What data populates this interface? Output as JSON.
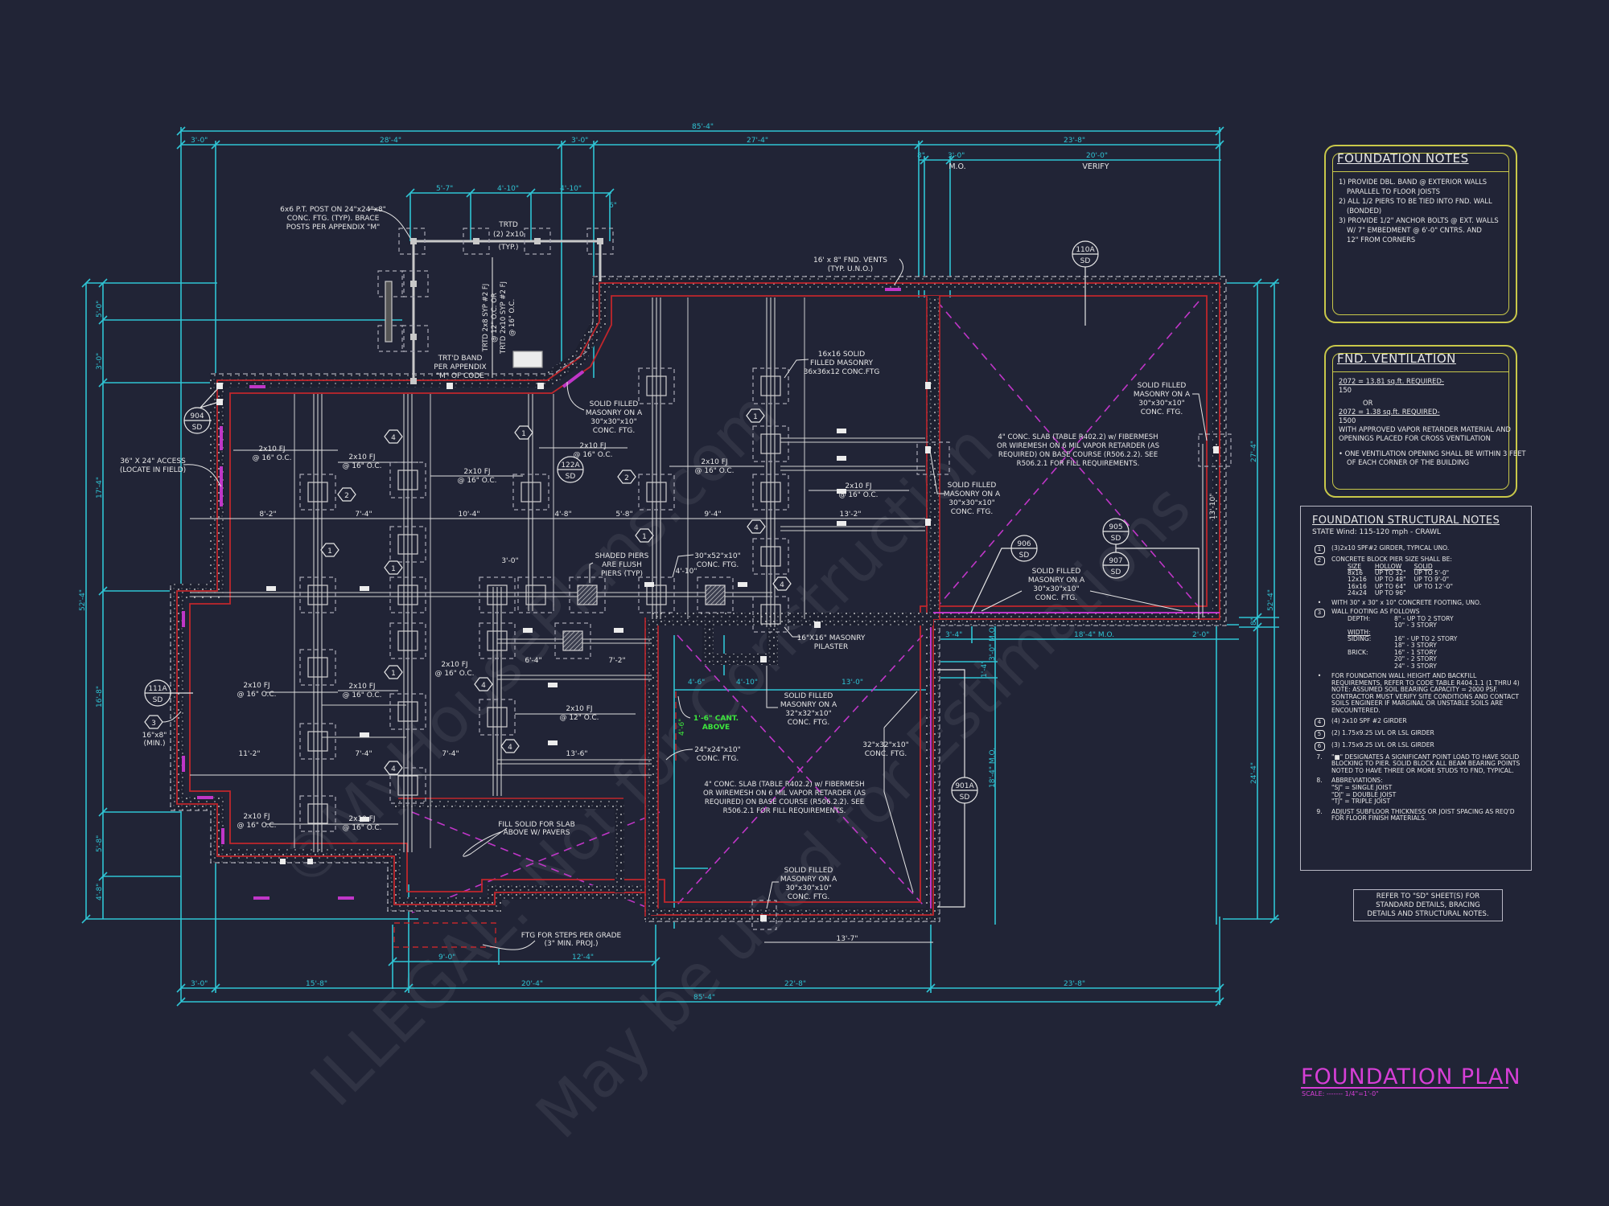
{
  "drawing": {
    "title": "FOUNDATION PLAN",
    "scale_label": "SCALE: ------- 1/4\"=1'-0\"",
    "colors": {
      "background": "#212436",
      "dimension": "#2fc4d4",
      "wall": "#c0262c",
      "annotation": "#e6e6e6",
      "panel_border": "#c9c84a",
      "title": "#d63fd6",
      "slab_diagonal": "#c036c8",
      "cantilever_note": "#3de63d"
    }
  },
  "foundation_notes": {
    "title": "FOUNDATION NOTES",
    "lines": [
      "1) PROVIDE DBL. BAND @ EXTERIOR WALLS",
      "PARALLEL TO FLOOR JOISTS",
      "2) ALL 1/2 PIERS TO BE TIED INTO FND. WALL",
      "(BONDED)",
      "3) PROVIDE 1/2\" ANCHOR BOLTS @ EXT. WALLS",
      "W/ 7\" EMBEDMENT @ 6'-0\" CNTRS. AND",
      "12\" FROM CORNERS"
    ]
  },
  "fnd_ventilation": {
    "title": "FND. VENTILATION",
    "lines": [
      "2072 = 13.81 sq.ft. REQUIRED-",
      "150",
      "OR",
      "2072 = 1.38 sq.ft. REQUIRED-",
      "1500",
      "WITH APPROVED VAPOR RETARDER MATERIAL AND",
      "OPENINGS PLACED FOR CROSS VENTILATION",
      "• ONE VENTILATION OPENING SHALL BE WITHIN 3 FEET",
      "OF EACH CORNER OF THE BUILDING"
    ]
  },
  "structural_notes": {
    "title": "FOUNDATION STRUCTURAL NOTES",
    "subtitle": "STATE Wind: 115-120 mph - CRAWL",
    "item1": {
      "mark": "1",
      "text": "(3)2x10 SPF#2 GIRDER, TYPICAL UNO."
    },
    "item2": {
      "mark": "2",
      "text": "CONCRETE BLOCK PIER SIZE SHALL BE:",
      "headers": [
        "SIZE",
        "HOLLOW",
        "SOLID"
      ],
      "rows": [
        [
          "8x16",
          "UP TO 32\"",
          "UP TO 5'-0\""
        ],
        [
          "12x16",
          "UP TO 48\"",
          "UP TO 9'-0\""
        ],
        [
          "16x16",
          "UP TO 64\"",
          "UP TO 12'-0\""
        ],
        [
          "24x24",
          "UP TO 96\"",
          ""
        ]
      ],
      "footing": "WITH 30\" x 30\" x 10\" CONCRETE FOOTING, UNO."
    },
    "item3": {
      "mark": "3",
      "text": "WALL FOOTING AS FOLLOWS",
      "rows": [
        [
          "DEPTH:",
          "8\" - UP TO 2 STORY"
        ],
        [
          "",
          "10\" - 3 STORY"
        ],
        [
          "WIDTH:",
          ""
        ],
        [
          "SIDING:",
          "16\" - UP TO 2 STORY"
        ],
        [
          "",
          "18\" - 3 STORY"
        ],
        [
          "BRICK:",
          "16\" - 1 STORY"
        ],
        [
          "",
          "20\" - 2 STORY"
        ],
        [
          "",
          "24\" - 3 STORY"
        ]
      ]
    },
    "bullet_wall": "FOR FOUNDATION WALL HEIGHT AND BACKFILL REQUIREMENTS, REFER TO CODE TABLE R404.1.1 (1 THRU 4) NOTE: ASSUMED SOIL BEARING CAPACITY = 2000 PSF. CONTRACTOR MUST VERIFY SITE CONDITIONS AND CONTACT SOILS ENGINEER IF MARGINAL OR UNSTABLE SOILS ARE ENCOUNTERED.",
    "item4": {
      "mark": "4",
      "text": "(4) 2x10 SPF #2 GIRDER"
    },
    "item5": {
      "mark": "5",
      "text": "(2) 1.75x9.25 LVL OR LSL GIRDER"
    },
    "item6": {
      "mark": "6",
      "text": "(3) 1.75x9.25 LVL OR LSL GIRDER"
    },
    "item7": {
      "mark": "7.",
      "text": "\"■\" DESIGNATES A SIGNIFICANT POINT LOAD TO HAVE SOLID BLOCKING TO PIER. SOLID BLOCK ALL BEAM BEARING POINTS NOTED TO HAVE THREE OR MORE STUDS TO FND, TYPICAL."
    },
    "item8": {
      "mark": "8.",
      "text": "ABBREVIATIONS:",
      "abbr": [
        "\"SJ\" = SINGLE JOIST",
        "\"DJ\" = DOUBLE JOIST",
        "\"TJ\" = TRIPLE JOIST"
      ]
    },
    "item9": {
      "mark": "9.",
      "text": "ADJUST SUBFLOOR THICKNESS OR JOIST SPACING AS REQ'D FOR FLOOR FINISH MATERIALS."
    }
  },
  "refer_box": {
    "lines": [
      "REFER TO \"SD\" SHEET(S) FOR",
      "STANDARD DETAILS, BRACING",
      "DETAILS AND STRUCTURAL NOTES."
    ]
  },
  "dimensions": {
    "top": {
      "overall": "85'-4\"",
      "row2": [
        "3'-0\"",
        "28'-4\"",
        "3'-0\"",
        "27'-4\"",
        "23'-8\""
      ],
      "row3": [
        "8\"",
        "3'-0\"",
        "20'-0\""
      ],
      "row3_labels": [
        "M.O.",
        "VERIFY"
      ],
      "porch": [
        "5'-7\"",
        "4'-10\"",
        "4'-10\"",
        "6\""
      ]
    },
    "bottom": {
      "overall": "85'-4\"",
      "row1": [
        "3'-0\"",
        "15'-8\"",
        "20'-4\"",
        "22'-8\"",
        "23'-8\""
      ],
      "steps": [
        "9'-0\"",
        "12'-4\""
      ],
      "garage": "13'-7\""
    },
    "left": {
      "overall": "52'-4\"",
      "segments": [
        "5'-0\"",
        "3'-0\"",
        "17'-4\"",
        "16'-8\"",
        "5'-8\"",
        "4'-8\""
      ]
    },
    "right": {
      "overall": "52'-4\"",
      "segments": [
        "27'-4\"",
        "8\"",
        "24'-4\""
      ],
      "inner": "13'-10\""
    },
    "garage_door": [
      "3'-4\"",
      "18'-4\" M.O.",
      "2'-0\"",
      "3'-0\" M.O.",
      "1'-4\"",
      "18'-4\" M.O."
    ],
    "interior": [
      "8'-2\"",
      "7'-4\"",
      "10'-4\"",
      "4'-8\"",
      "5'-8\"",
      "9'-4\"",
      "13'-2\"",
      "11'-2\"",
      "7'-4\"",
      "7'-4\"",
      "13'-6\"",
      "6'-4\"",
      "7'-2\"",
      "3'-0\"",
      "4'-10\"",
      "4'-6\"",
      "4'-6\"",
      "4'-10\"",
      "13'-0\""
    ]
  },
  "annotations": {
    "post_note": [
      "6x6 P.T. POST ON 24\"x24\"x8\"",
      "CONC. FTG. (TYP). BRACE",
      "POSTS PER APPENDIX \"M\""
    ],
    "trtd_girder": [
      "TRTD",
      "(2) 2x10",
      "(TYP.)"
    ],
    "trtd_joist": [
      "TRTD 2x8 SYP #2 FJ",
      "@ 12\" O.C. OR",
      "TRTD 2x10 SYP #2 FJ",
      "@ 16\" O.C."
    ],
    "trtd_band": [
      "TRT'D BAND",
      "PER APPENDIX",
      "\"M\" OF CODE"
    ],
    "vents": [
      "16' x 8\" FND. VENTS",
      "(TYP. U.N.O.)"
    ],
    "access": [
      "36\" X 24\" ACCESS",
      "(LOCATE IN FIELD)"
    ],
    "solid_filled": [
      "SOLID FILLED",
      "MASONRY ON A",
      "30\"x30\"x10\"",
      "CONC. FTG."
    ],
    "solid_filled_32": [
      "SOLID FILLED",
      "MASONRY ON A",
      "32\"x32\"x10\"",
      "CONC. FTG."
    ],
    "masonry_16": [
      "16x16 SOLID",
      "FILLED MASONRY",
      "36x36x12 CONC.FTG"
    ],
    "shaded_piers": [
      "SHADED PIERS",
      "ARE FLUSH",
      "PIERS (TYP)"
    ],
    "ftg_30x52": [
      "30\"x52\"x10\"",
      "CONC. FTG."
    ],
    "pilaster": [
      "16\"X16\" MASONRY",
      "PILASTER"
    ],
    "cantilever": [
      "1'-6\" CANT.",
      "ABOVE"
    ],
    "ftg_24": [
      "24\"x24\"x10\"",
      "CONC. FTG."
    ],
    "ftg_32": [
      "32\"x32\"x10\"",
      "CONC. FTG."
    ],
    "slab": [
      "4\" CONC. SLAB (TABLE R402.2) w/ FIBERMESH",
      "OR WIREMESH ON 6 MIL VAPOR RETARDER (AS",
      "REQUIRED) ON BASE COURSE (R506.2.2). SEE",
      "R506.2.1 FOR FILL REQUIREMENTS."
    ],
    "fill_solid": [
      "FILL SOLID FOR SLAB",
      "ABOVE W/ PAVERS"
    ],
    "steps": [
      "FTG FOR STEPS PER GRADE",
      "(3\" MIN. PROJ.)"
    ],
    "wall_ftg": [
      "16\"x8\"",
      "(MIN.)"
    ],
    "joist": [
      "2x10 FJ",
      "@ 16\" O.C."
    ],
    "joist12": [
      "2x10 FJ",
      "@ 12\" O.C."
    ]
  },
  "detail_tags": [
    {
      "id": "110A",
      "sheet": "SD"
    },
    {
      "id": "904",
      "sheet": "SD"
    },
    {
      "id": "122A",
      "sheet": "SD"
    },
    {
      "id": "111A",
      "sheet": "SD"
    },
    {
      "id": "906",
      "sheet": "SD"
    },
    {
      "id": "905",
      "sheet": "SD"
    },
    {
      "id": "907",
      "sheet": "SD"
    },
    {
      "id": "901A",
      "sheet": "SD"
    }
  ],
  "watermark": [
    "©MyHousePlans.com",
    "ILLEGAL: Not for Construction",
    "May be used for Estimations"
  ]
}
